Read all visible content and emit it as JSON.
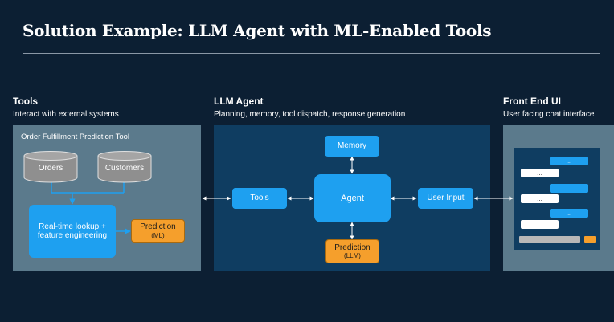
{
  "title": "Solution Example: LLM Agent with ML-Enabled Tools",
  "sections": {
    "tools": {
      "title": "Tools",
      "subtitle": "Interact with external systems"
    },
    "agent": {
      "title": "LLM Agent",
      "subtitle": "Planning, memory, tool dispatch, response generation"
    },
    "ui": {
      "title": "Front End UI",
      "subtitle": "User facing chat interface"
    }
  },
  "tools_panel": {
    "label": "Order Fulfillment Prediction Tool",
    "orders": "Orders",
    "customers": "Customers",
    "lookup": "Real-time lookup + feature engineering",
    "prediction_title": "Prediction",
    "prediction_sub": "(ML)"
  },
  "agent_panel": {
    "memory": "Memory",
    "tools": "Tools",
    "agent": "Agent",
    "user_input": "User Input",
    "prediction_title": "Prediction",
    "prediction_sub": "(LLM)"
  },
  "chat": {
    "bot_text": "...",
    "user_text": "..."
  },
  "colors": {
    "background": "#0c1f33",
    "panel_gray": "#5b7a8c",
    "panel_navy": "#0f3d61",
    "accent_blue": "#1ea0f0",
    "accent_orange": "#f59f2c"
  }
}
